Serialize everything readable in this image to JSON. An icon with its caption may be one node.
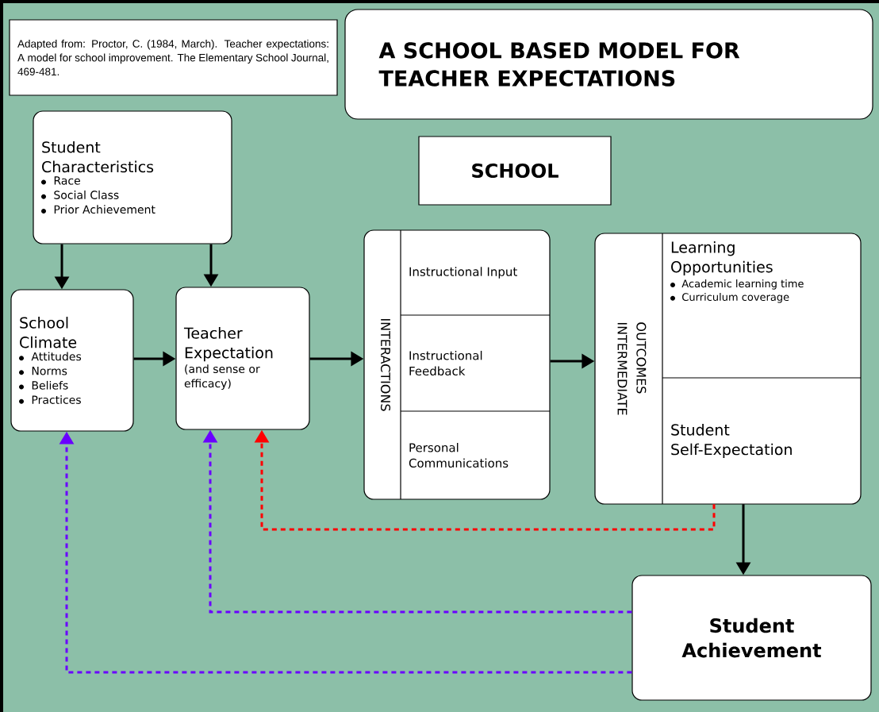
{
  "diagram": {
    "title": "A SCHOOL BASED MODEL FOR TEACHER EXPECTATIONS",
    "nodes": [
      {
        "text": [
          "Adapted from: Proctor, C. (1984, March). Teacher expectations: A model for school improvement. The Elementary School Journal, 469-481."
        ]
      },
      {
        "text": [
          "SCHOOL"
        ]
      },
      {
        "text": [
          "Student Characteristics",
          "Race",
          "Social Class",
          "Prior Achievement"
        ]
      },
      {
        "text": [
          "School Climate",
          "Attitudes",
          "Norms",
          "Beliefs",
          "Practices"
        ]
      },
      {
        "text": [
          "Teacher Expectation",
          "(and sense or efficacy)"
        ]
      },
      {
        "text": [
          "INTERACTIONS"
        ]
      },
      {
        "text": [
          "Instructional Input"
        ],
        "in": 5
      },
      {
        "text": [
          "Instructional Feedback"
        ],
        "in": 5
      },
      {
        "text": [
          "Personal Communications"
        ],
        "in": 5
      },
      {
        "text": [
          "INTERMEDIATE",
          "OUTCOMES"
        ]
      },
      {
        "text": [
          "Learning Opportunities",
          "Academic learning time",
          "Curriculum coverage"
        ],
        "in": 9
      },
      {
        "text": [
          "Student Self-Expectation"
        ],
        "in": 9
      },
      {
        "text": [
          "Student Achievement"
        ]
      }
    ],
    "edges": [
      {
        "from": 2,
        "to": 3,
        "arrow": "to"
      },
      {
        "from": 2,
        "to": 4,
        "arrow": "to"
      },
      {
        "from": 3,
        "to": 4,
        "arrow": "to"
      },
      {
        "from": 4,
        "to": 5,
        "arrow": "to"
      },
      {
        "from": 5,
        "to": 9,
        "arrow": "to"
      },
      {
        "from": 11,
        "to": 12,
        "arrow": "to"
      },
      {
        "from": 11,
        "to": 4,
        "arrow": "to",
        "style": "dashed",
        "color": "#ff0000"
      },
      {
        "from": 12,
        "to": 4,
        "arrow": "to",
        "style": "dashed",
        "color": "#6a00ff"
      },
      {
        "from": 12,
        "to": 3,
        "arrow": "to",
        "style": "dashed",
        "color": "#6a00ff"
      }
    ]
  }
}
